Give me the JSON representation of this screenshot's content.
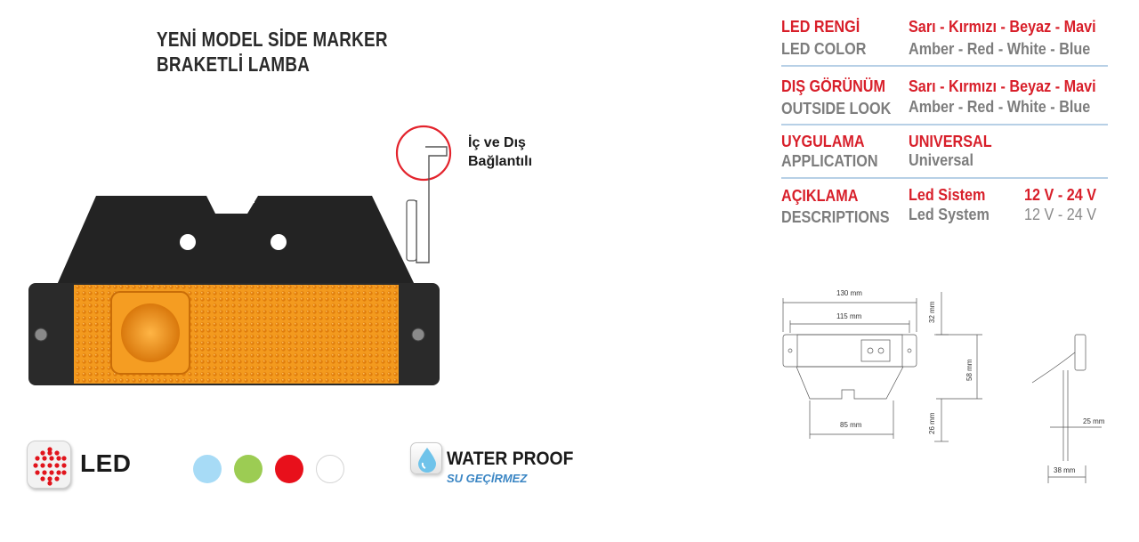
{
  "title": {
    "line1": "YENİ MODEL SİDE MARKER",
    "line2": "BRAKETLİ LAMBA"
  },
  "callout": {
    "line1": "İç ve Dış",
    "line2": "Bağlantılı"
  },
  "badges": {
    "led": "LED",
    "water_proof": "WATER PROOF",
    "water_proof_sub": "SU GEÇİRMEZ"
  },
  "color_swatches": [
    "#a7dbf6",
    "#9ccc53",
    "#e8101b",
    "#ffffff"
  ],
  "specs": {
    "led_color": {
      "label_tr": "LED RENGİ",
      "label_en": "LED COLOR",
      "value_tr": "Sarı - Kırmızı - Beyaz - Mavi",
      "value_en": "Amber - Red - White - Blue"
    },
    "outside_look": {
      "label_tr": "DIŞ GÖRÜNÜM",
      "label_en": "OUTSIDE LOOK",
      "value_tr": "Sarı - Kırmızı - Beyaz - Mavi",
      "value_en": "Amber - Red - White - Blue"
    },
    "application": {
      "label_tr": "UYGULAMA",
      "label_en": "APPLICATION",
      "value_tr": "UNIVERSAL",
      "value_en": "Universal"
    },
    "description": {
      "label_tr": "AÇIKLAMA",
      "label_en": "DESCRIPTIONS",
      "value_tr": "Led Sistem",
      "value_en": "Led System",
      "voltage_tr": "12 V - 24 V",
      "voltage_en": "12 V - 24 V"
    }
  },
  "dimensions": {
    "width_outer": "130 mm",
    "width_inner": "115 mm",
    "height_lamp": "32 mm",
    "height_total": "58 mm",
    "bracket_width": "85 mm",
    "bracket_height": "26 mm",
    "side_depth": "25 mm",
    "side_base": "38 mm"
  },
  "colors": {
    "accent_red": "#d81f2a",
    "grey_text": "#7d7d7d",
    "divider": "#b7d0e6",
    "amber": "#f39a1e"
  }
}
